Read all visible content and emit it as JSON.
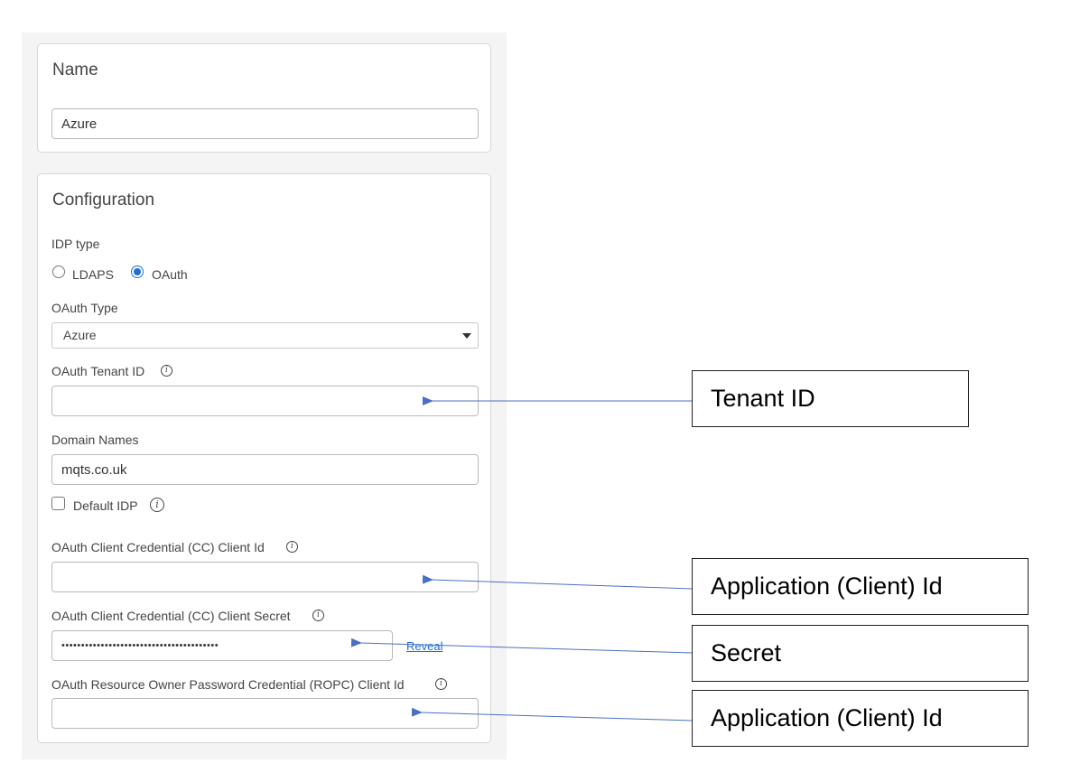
{
  "name_section": {
    "title": "Name",
    "name_value": "Azure"
  },
  "config_section": {
    "title": "Configuration",
    "idp_type_label": "IDP type",
    "idp_options": [
      "LDAPS",
      "OAuth"
    ],
    "idp_selected": "OAuth",
    "oauth_type_label": "OAuth Type",
    "oauth_type_value": "Azure",
    "tenant_id_label": "OAuth Tenant ID",
    "tenant_id_value": "",
    "domain_names_label": "Domain Names",
    "domain_names_value": "mqts.co.uk",
    "default_idp_label": "Default IDP",
    "default_idp_checked": false,
    "cc_client_id_label": "OAuth Client Credential (CC) Client Id",
    "cc_client_id_value": "",
    "cc_client_secret_label": "OAuth Client Credential (CC) Client Secret",
    "cc_client_secret_value": "••••••••••••••••••••••••••••••••••••••••",
    "reveal_label": "Reveal",
    "ropc_client_id_label": "OAuth Resource Owner Password Credential (ROPC) Client Id",
    "ropc_client_id_value": ""
  },
  "callouts": {
    "tenant": "Tenant ID",
    "app_client_1": "Application (Client) Id",
    "secret": "Secret",
    "app_client_2": "Application (Client) Id"
  },
  "colors": {
    "accent": "#1e6fd9",
    "arrow": "#4a70c4"
  }
}
